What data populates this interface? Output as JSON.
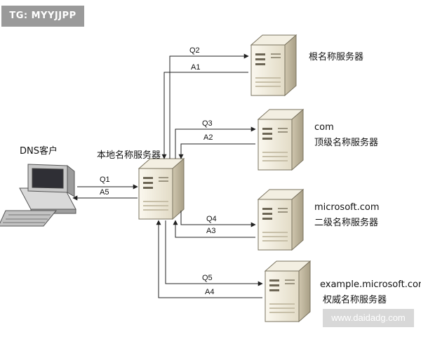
{
  "watermark_top": "TG: MYYJJPP",
  "watermark_bottom": "www.daidadg.com",
  "nodes": {
    "client": "DNS客户",
    "local": "本地名称服务器",
    "root": "根名称服务器",
    "com_line1": "com",
    "com_line2": "顶级名称服务器",
    "ms_line1": "microsoft.com",
    "ms_line2": "二级名称服务器",
    "ex_line1": "example.microsoft.com",
    "ex_line2": "权威名称服务器"
  },
  "messages": {
    "q1": "Q1",
    "a5": "A5",
    "q2": "Q2",
    "a1": "A1",
    "q3": "Q3",
    "a2": "A2",
    "q4": "Q4",
    "a3": "A3",
    "q5": "Q5",
    "a4": "A4"
  },
  "colors": {
    "server_light": "#f7f4ea",
    "server_mid": "#ddd6c2",
    "server_dark": "#b9af94"
  }
}
